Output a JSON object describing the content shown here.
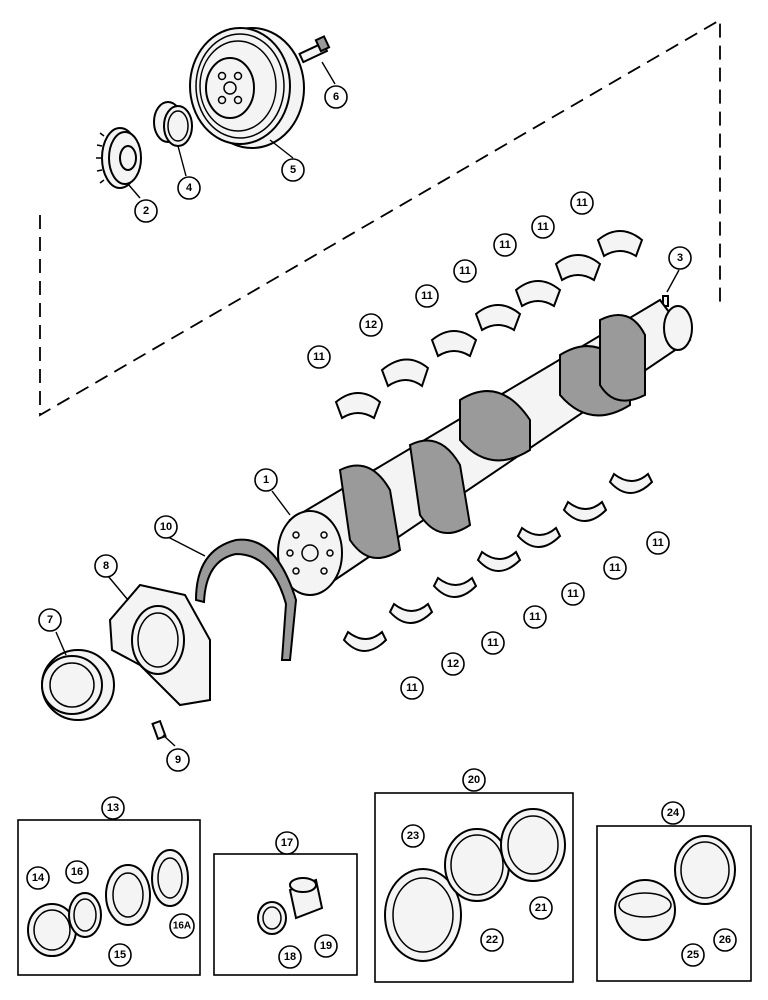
{
  "callouts": {
    "c1": "1",
    "c2": "2",
    "c3": "3",
    "c4": "4",
    "c5": "5",
    "c6": "6",
    "c7": "7",
    "c8": "8",
    "c9": "9",
    "c10": "10",
    "c11": "11",
    "c12": "12",
    "c13": "13",
    "c14": "14",
    "c15": "15",
    "c16": "16",
    "c16a": "16A",
    "c17": "17",
    "c18": "18",
    "c19": "19",
    "c20": "20",
    "c21": "21",
    "c22": "22",
    "c23": "23",
    "c24": "24",
    "c25": "25",
    "c26": "26"
  }
}
